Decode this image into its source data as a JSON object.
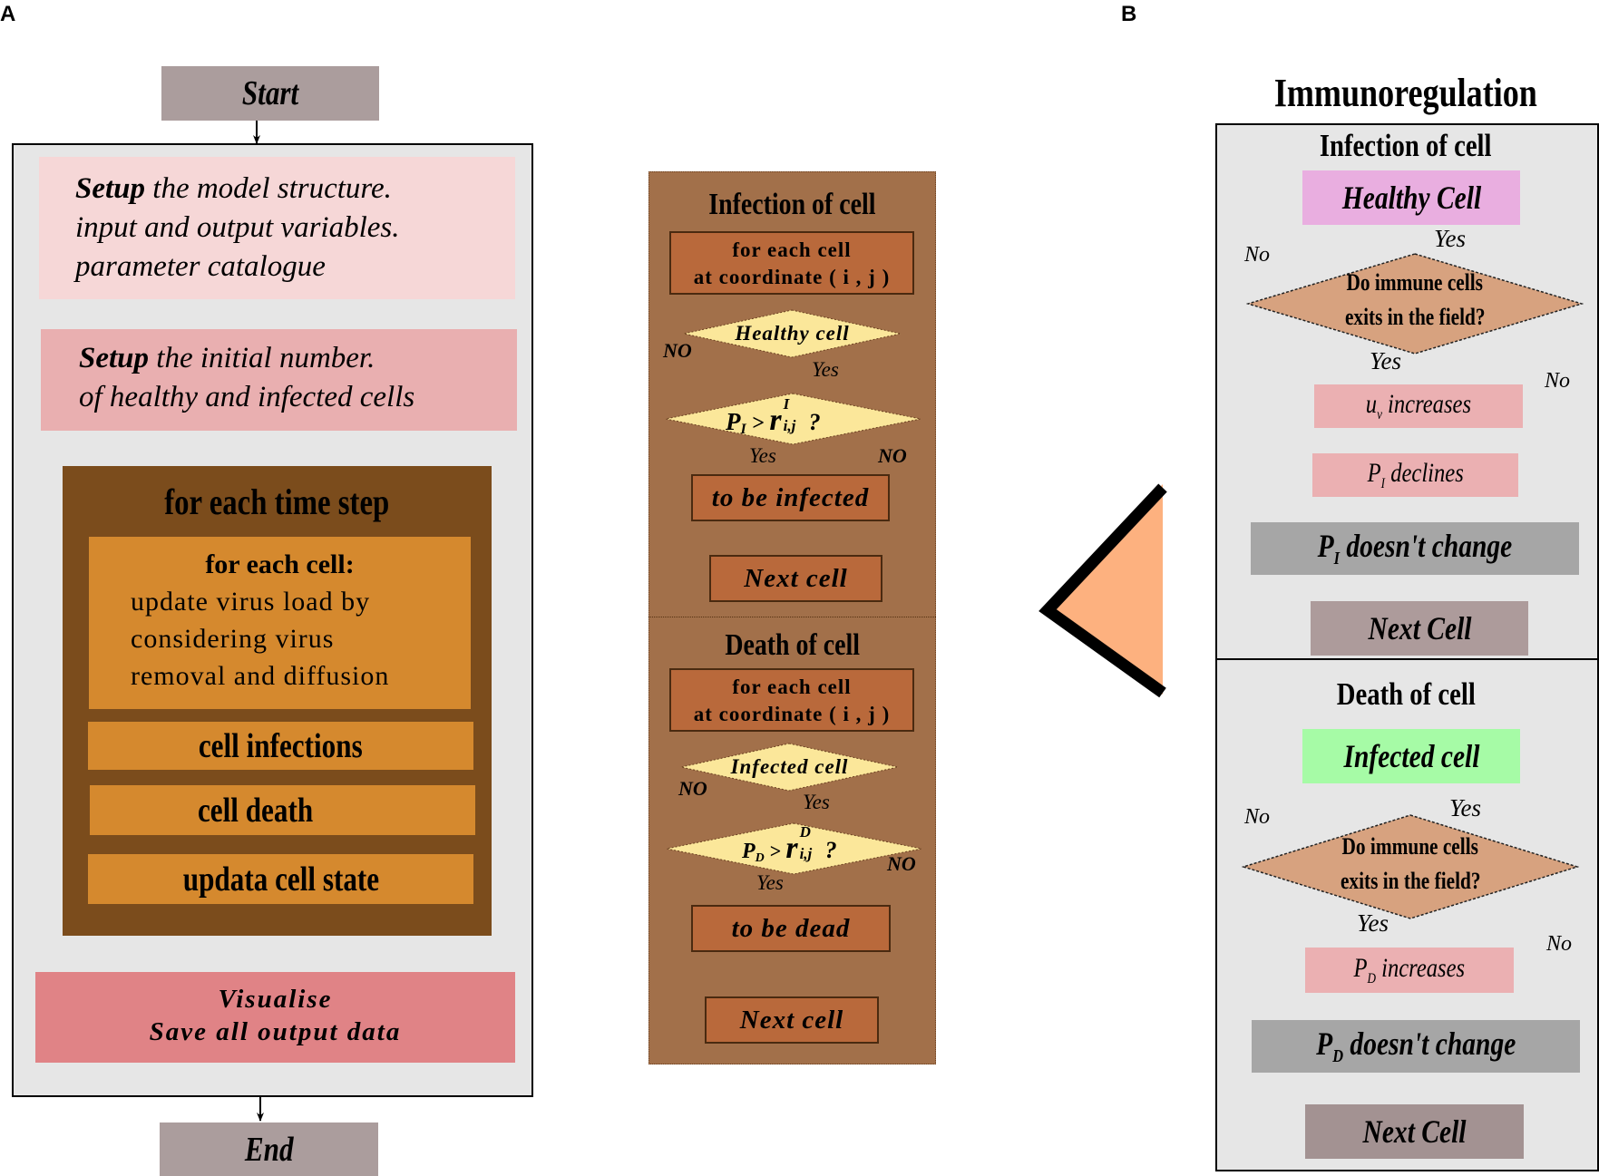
{
  "panel_a": {
    "letter": "A",
    "start": "Start",
    "end": "End",
    "setup1": {
      "bold": "Setup",
      "rest1": " the model structure.",
      "line2": "input and output variables.",
      "line3": "parameter catalogue"
    },
    "setup2": {
      "bold": "Setup",
      "rest1": " the initial number.",
      "line2": "of healthy and infected cells"
    },
    "time_step": {
      "title": "for each time step",
      "each_cell_title": "for each cell:",
      "each_cell_lines": [
        "update virus load by",
        "considering virus",
        "removal and diffusion"
      ],
      "infections": "cell infections",
      "death": "cell death",
      "update": "updata cell state"
    },
    "visualise": {
      "line1": "Visualise",
      "line2": "Save all output data"
    }
  },
  "middle": {
    "infection": {
      "title": "Infection of cell",
      "loop_line1": "for each cell",
      "loop_line2": "at coordinate ( i , j )",
      "decision": "Healthy cell",
      "prob_text": "P",
      "prob_sub": "I",
      "prob_op": " > ",
      "r": "r",
      "r_sup": "I",
      "r_sub": "i,j",
      "q": "?",
      "yes1": "Yes",
      "no1": "NO",
      "yes2": "Yes",
      "no2": "NO",
      "action": "to be infected",
      "next": "Next cell"
    },
    "death": {
      "title": "Death of cell",
      "loop_line1": "for each cell",
      "loop_line2": "at coordinate ( i , j )",
      "decision": "Infected cell",
      "prob_text": "P",
      "prob_sub": "D",
      "prob_op": " > ",
      "r": "r",
      "r_sup": "D",
      "r_sub": "i,j",
      "q": "?",
      "yes1": "Yes",
      "no1": "NO",
      "yes2": "Yes",
      "no2": "NO",
      "action": "to be dead",
      "next": "Next cell"
    }
  },
  "panel_b": {
    "letter": "B",
    "title": "Immunoregulation",
    "infection": {
      "title": "Infection of  cell",
      "start": "Healthy Cell",
      "decision_l1": "Do immune cells",
      "decision_l2": "exits in the field?",
      "yes_top": "Yes",
      "no_left": "No",
      "yes_mid": "Yes",
      "no_right": "No",
      "step1_pre": "u",
      "step1_sub": "v",
      "step1_post": " increases",
      "step2_pre": "P",
      "step2_sub": "I",
      "step2_post": " declines",
      "result_pre": "P",
      "result_sub": "I",
      "result_post": "  doesn't change",
      "next": "Next Cell"
    },
    "death": {
      "title": "Death of cell",
      "start": "Infected cell",
      "decision_l1": "Do immune cells",
      "decision_l2": "exits in the field?",
      "yes_top": "Yes",
      "no_left": "No",
      "yes_mid": "Yes",
      "no_right": "No",
      "step1_pre": "P",
      "step1_sub": "D",
      "step1_post": "  increases",
      "result_pre": "P",
      "result_sub": "D",
      "result_post": "  doesn't change",
      "next": "Next Cell"
    }
  },
  "colors": {
    "panel_grey": "#e6e6e6",
    "start_end": "#ab9d9d",
    "setup1": "#f6d7d7",
    "setup2": "#e9afb0",
    "time_step": "#7b4c1c",
    "orange_box": "#d5892e",
    "visualise": "#e08386",
    "middle_bg": "#a2704a",
    "middle_box": "#b9693b",
    "middle_diamond": "#fbe79a",
    "triangle": "#fdb17f",
    "healthy": "#e9aee0",
    "infected": "#a6fba6",
    "immune_diamond": "#d7a27f",
    "pink_box": "#ebb0b2",
    "grey_box": "#a6a6a6",
    "next_b": "#ad9b9b"
  }
}
